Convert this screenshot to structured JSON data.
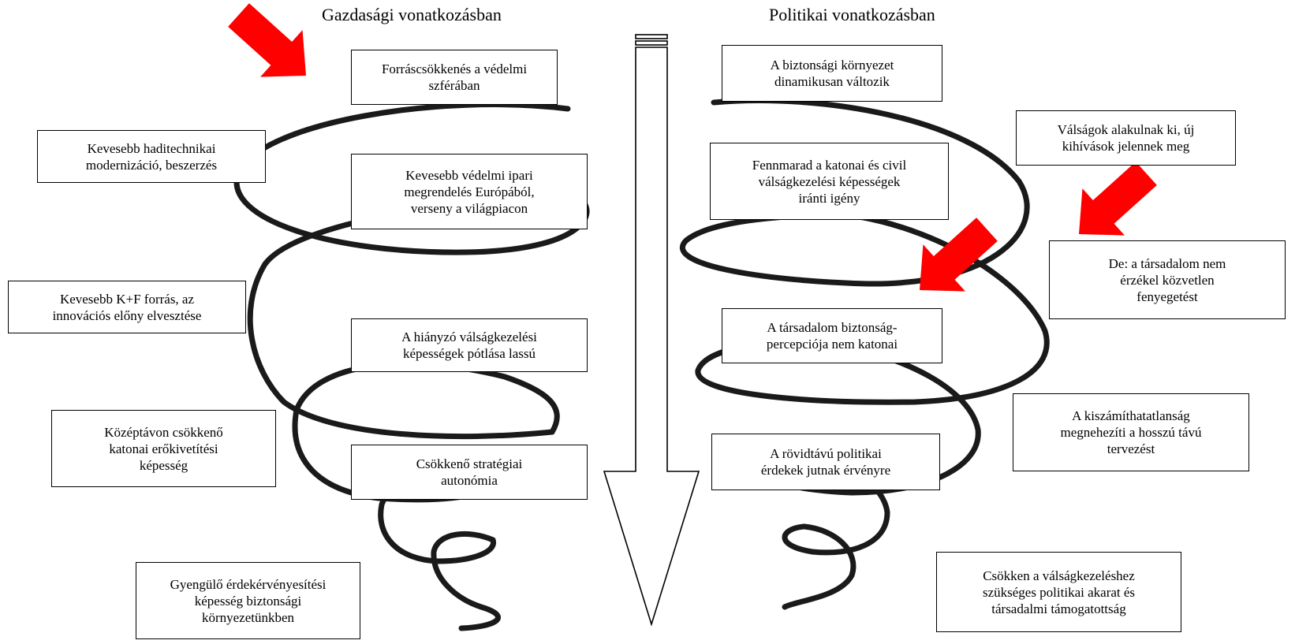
{
  "headings": {
    "left": "Gazdasági  vonatkozásban",
    "right": "Politikai vonatkozásban"
  },
  "left_boxes": [
    "Forráscsökkenés a védelmi\nszférában",
    "Kevesebb haditechnikai\nmodernizáció,  beszerzés",
    "Kevesebb védelmi ipari\nmegrendelés Európából,\nverseny a világpiacon",
    "Kevesebb K+F forrás, az\ninnovációs előny elvesztése",
    "A hiányzó válságkezelési\nképességek pótlása lassú",
    "Középtávon csökkenő\nkatonai erőkivetítési\nképesség",
    "Csökkenő stratégiai\nautonómia",
    "Gyengülő érdekérvényesítési\nképesség biztonsági\nkörnyezetünkben"
  ],
  "right_boxes": [
    "A biztonsági környezet\ndinamikusan változik",
    "Válságok alakulnak ki, új\nkihívások jelennek meg",
    "Fennmarad a katonai és civil\nválságkezelési képességek\niránti igény",
    "De: a társadalom nem\nérzékel közvetlen\nfenyegetést",
    "A társadalom biztonság-\npercepciója nem katonai",
    "A kiszámíthatatlanság\nmegnehezíti a hosszú távú\ntervezést",
    "A rövidtávú politikai\nérdekek jutnak érvényre",
    "Csökken a válságkezeléshez\nszükséges politikai akarat és\ntársadalmi támogatottság"
  ],
  "colors": {
    "arrow_red": "#ff0000",
    "line": "#1a1a1a"
  }
}
